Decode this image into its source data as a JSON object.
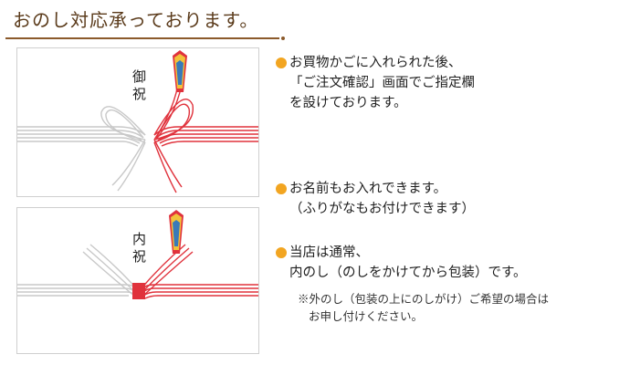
{
  "header": {
    "title": "おのし対応承っております。"
  },
  "cards": [
    {
      "vertical_text": "御祝"
    },
    {
      "vertical_text": "内祝"
    }
  ],
  "blocks": [
    {
      "lines": [
        "お買物かごに入れられた後、",
        "「ご注文確認」画面でご指定欄",
        " を設けております。"
      ]
    },
    {
      "lines": [
        "お名前もお入れできます。",
        "（ふりがなもお付けできます）"
      ]
    },
    {
      "lines": [
        "当店は通常、",
        "内のし（のしをかけてから包装）です。"
      ]
    }
  ],
  "note": {
    "lines": [
      "※外のし（包装の上にのしがけ）ご希望の場合は",
      "お申し付けください。"
    ]
  },
  "colors": {
    "bullet": "#f2a521",
    "mizuhiki_red": "#e0323c",
    "mizuhiki_silver": "#c8c8c8",
    "title_brown": "#5a3a1a"
  }
}
